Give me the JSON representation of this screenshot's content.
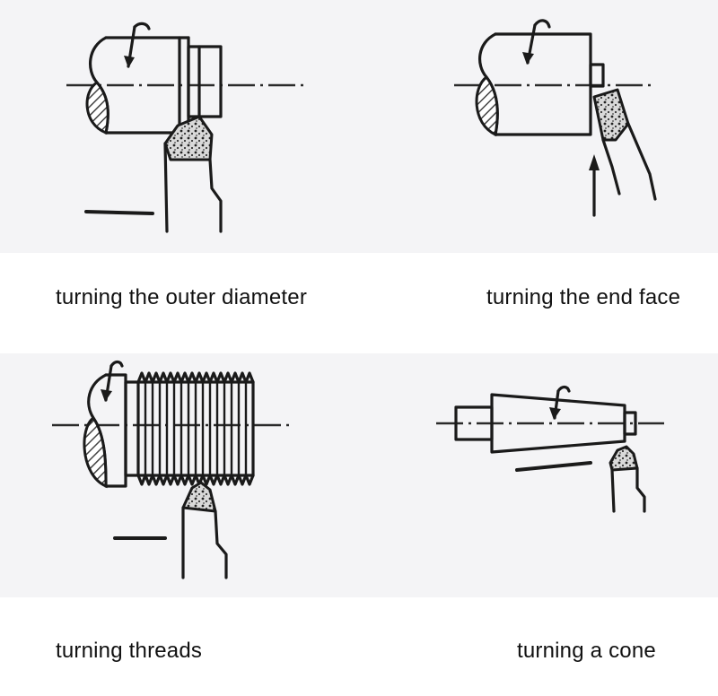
{
  "panels": [
    {
      "id": "outer-diameter",
      "caption": "turning the outer diameter"
    },
    {
      "id": "end-face",
      "caption": "turning the end face"
    },
    {
      "id": "threads",
      "caption": "turning threads"
    },
    {
      "id": "cone",
      "caption": "turning a cone"
    }
  ],
  "colors": {
    "background": "#f4f4f6",
    "ink": "#1a1a1a",
    "hatch": "#555555",
    "caption_band": "#ffffff"
  }
}
